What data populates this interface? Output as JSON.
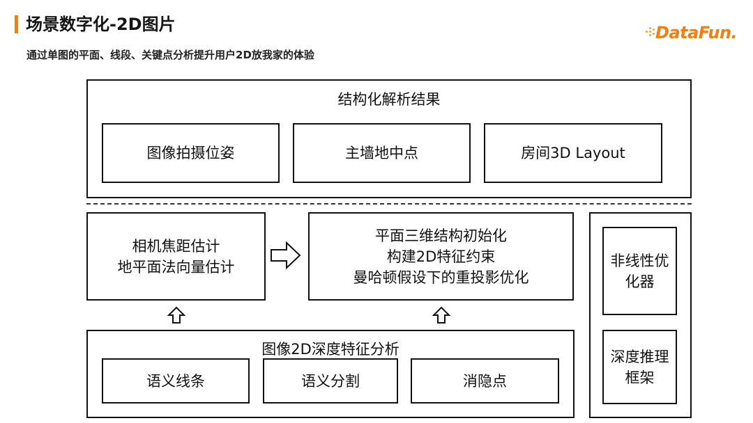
{
  "header": {
    "title": "场景数字化-2D图片",
    "subtitle": "通过单图的平面、线段、关键点分析提升用户2D放我家的体验",
    "brand": "DataFun.",
    "accent_color": "#f07f14"
  },
  "top_section": {
    "label": "结构化解析结果",
    "items": [
      "图像拍摄位姿",
      "主墙地中点",
      "房间3D Layout"
    ]
  },
  "middle": {
    "left_lines": [
      "相机焦距估计",
      "地平面法向量估计"
    ],
    "right_lines": [
      "平面三维结构初始化",
      "构建2D特征约束",
      "曼哈顿假设下的重投影优化"
    ]
  },
  "bottom_section": {
    "label": "图像2D深度特征分析",
    "items": [
      "语义线条",
      "语义分割",
      "消隐点"
    ]
  },
  "side": {
    "optimizer_lines": [
      "非线性优",
      "化器"
    ],
    "framework_lines": [
      "深度推理",
      "框架"
    ]
  },
  "icons": {
    "right_arrow": "hollow-right-arrow-icon",
    "up_arrow": "hollow-up-arrow-icon"
  }
}
